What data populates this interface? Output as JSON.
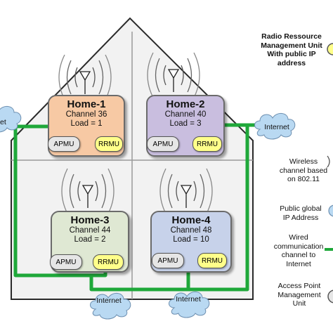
{
  "homes": [
    {
      "title": "Home-1",
      "channel": "Channel 36",
      "load": "Load = 1",
      "apmu": "APMU",
      "rrmu": "RRMU"
    },
    {
      "title": "Home-2",
      "channel": "Channel 40",
      "load": "Load = 3",
      "apmu": "APMU",
      "rrmu": "RRMU"
    },
    {
      "title": "Home-3",
      "channel": "Channel 44",
      "load": "Load = 2",
      "apmu": "APMU",
      "rrmu": "RRMU"
    },
    {
      "title": "Home-4",
      "channel": "Channel 48",
      "load": "Load = 10",
      "apmu": "APMU",
      "rrmu": "RRMU"
    }
  ],
  "internet": {
    "left": "et",
    "right": "Internet",
    "bottom_left": "Internet",
    "bottom_right": "Internet"
  },
  "legend": {
    "rrmu_desc": [
      "Radio Ressource",
      "Management Unit",
      "With public IP",
      "address"
    ],
    "wireless_desc": [
      "Wireless",
      "channel based",
      "on 802.11"
    ],
    "public_ip_desc": [
      "Public global",
      "IP Address"
    ],
    "wired_desc": [
      "Wired",
      "communication",
      "channel to",
      "Internet"
    ],
    "apmu_desc": [
      "Access Point",
      "Management",
      "Unit"
    ]
  },
  "colors": {
    "home1": "#f7c9a4",
    "home2": "#c9bedf",
    "home3": "#dfe8d3",
    "home4": "#c7d2ea",
    "wire": "#1fa83a",
    "cloud": "#b9d9f2",
    "rrmu": "#ffff8a",
    "apmu": "#e6e6e6"
  }
}
